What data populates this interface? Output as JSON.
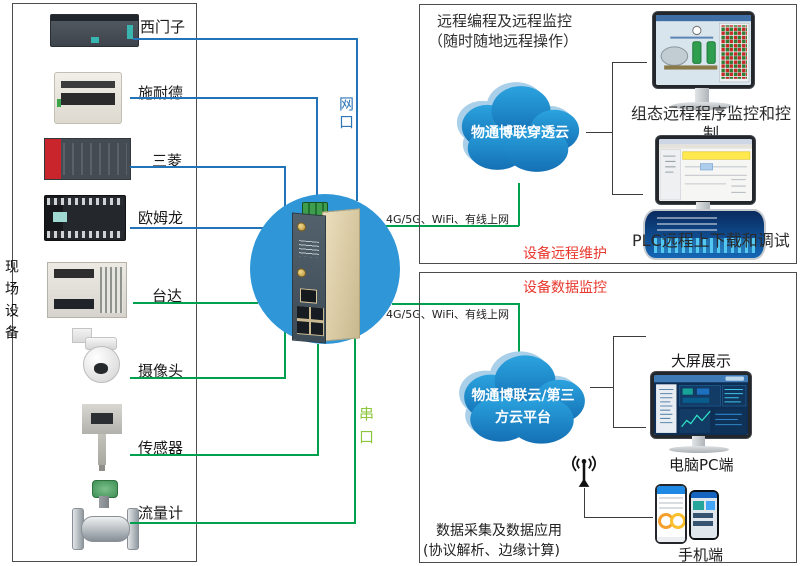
{
  "left_panel": {
    "label_vertical": "现场设备",
    "devices": [
      {
        "name": "西门子"
      },
      {
        "name": "施耐德"
      },
      {
        "name": "三菱"
      },
      {
        "name": "欧姆龙"
      },
      {
        "name": "台达"
      },
      {
        "name": "摄像头"
      },
      {
        "name": "传感器"
      },
      {
        "name": "流量计"
      }
    ]
  },
  "gateway": {
    "lan_port_label": "网口",
    "serial_port_label": "串口"
  },
  "links": {
    "uplink_top": "4G/5G、WiFi、有线上网",
    "uplink_bottom": "4G/5G、WiFi、有线上网"
  },
  "remote_box": {
    "title_line1": "远程编程及远程监控",
    "title_line2": "（随时随地远程操作）",
    "cloud_label": "物通博联穿透云",
    "scada_caption": "组态远程程序监控和控制",
    "plc_caption": "PLC远程上下载和调试",
    "red_label": "设备远程维护"
  },
  "data_box": {
    "red_label": "设备数据监控",
    "cloud_line1": "物通博联云/第三",
    "cloud_line2": "方云平台",
    "big_screen_label": "大屏展示",
    "pc_label": "电脑PC端",
    "phone_label": "手机端",
    "note_line1": "数据采集及数据应用",
    "note_line2": "(协议解析、边缘计算)"
  },
  "colors": {
    "lan_line": "#2273b8",
    "serial_line": "#00a14e",
    "red_accent": "#e8382d",
    "hub_circle": "#2f96d8",
    "cloud_dark": "#1470b4",
    "cloud_light": "#2ba3df",
    "serial_label_green": "#8dc63f",
    "lan_label_blue": "#2e75b6"
  }
}
